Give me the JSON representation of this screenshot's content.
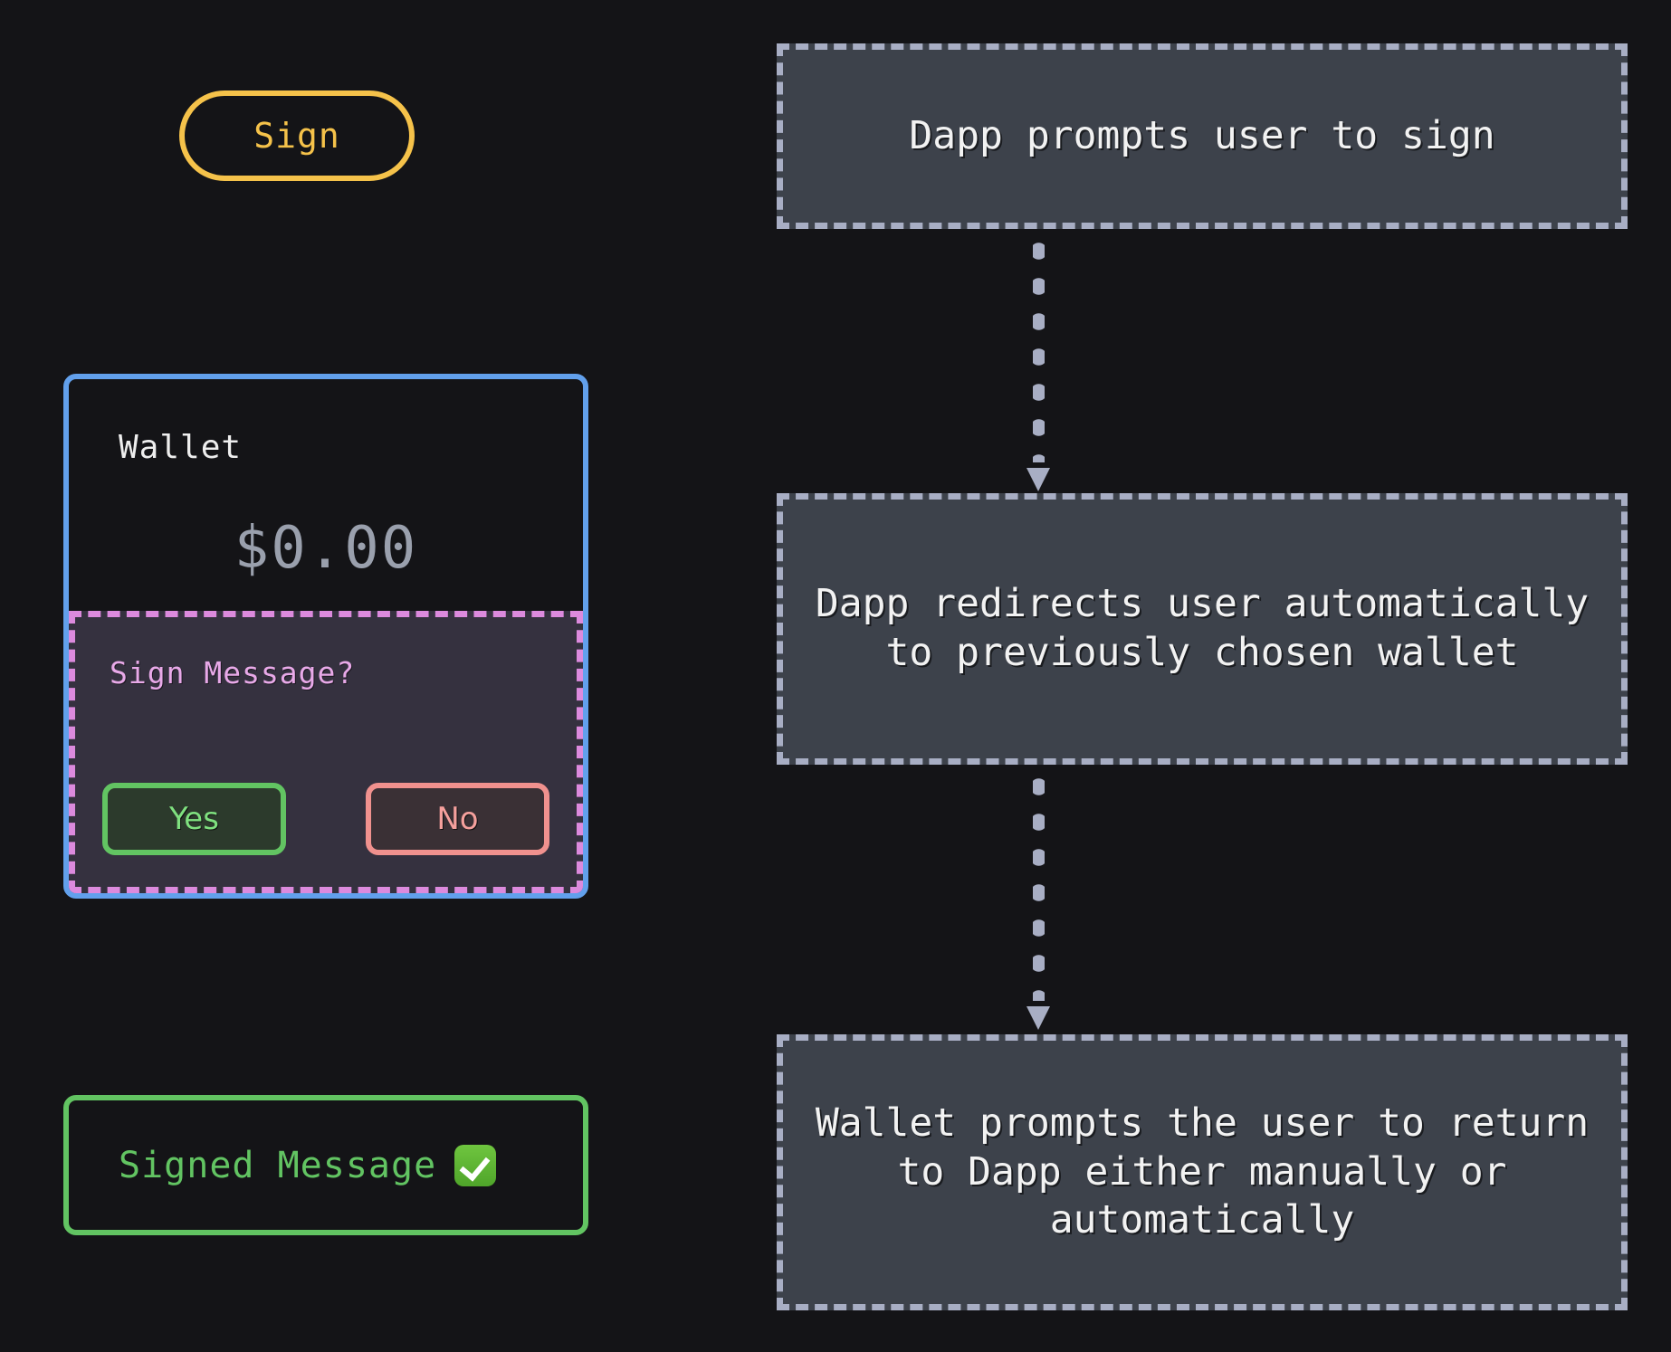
{
  "wallet_demo": {
    "sign_button_label": "Sign",
    "card": {
      "title": "Wallet",
      "balance": "$0.00",
      "prompt": {
        "question": "Sign Message?",
        "confirm_label": "Yes",
        "cancel_label": "No"
      }
    },
    "signed_status": {
      "label": "Signed Message",
      "icon": "white-check-mark-emoji"
    }
  },
  "flow": {
    "steps": [
      {
        "text": "Dapp prompts user to sign"
      },
      {
        "text": "Dapp redirects user automatically to previously chosen wallet"
      },
      {
        "text": "Wallet prompts the user to return to Dapp either manually or automatically"
      }
    ]
  },
  "colors": {
    "background": "#141417",
    "sign_accent": "#f5c24a",
    "wallet_border": "#62a0ec",
    "prompt_border": "#dc8add",
    "prompt_background": "#35313f",
    "yes_accent": "#62c462",
    "no_accent": "#f0918e",
    "flow_border": "#a8aec4",
    "flow_fill": "#3d424b"
  }
}
